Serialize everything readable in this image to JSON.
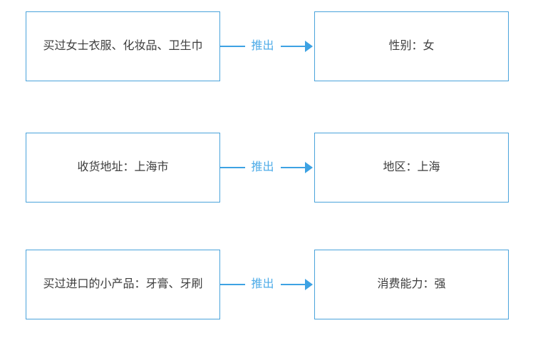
{
  "diagram": {
    "description_type": "inference-flow",
    "rows": [
      {
        "source": "买过女士衣服、化妆品、卫生巾",
        "arrow_label": "推出",
        "target": "性别：女"
      },
      {
        "source": "收货地址：上海市",
        "arrow_label": "推出",
        "target": "地区：上海"
      },
      {
        "source": "买过进口的小产品：牙膏、牙刷",
        "arrow_label": "推出",
        "target": "消费能力：强"
      }
    ]
  },
  "colors": {
    "background": "#ffffff",
    "box_border": "#4aa3db",
    "arrow": "#3da2e3",
    "arrow_label": "#4face8",
    "text": "#3d3d3d"
  }
}
